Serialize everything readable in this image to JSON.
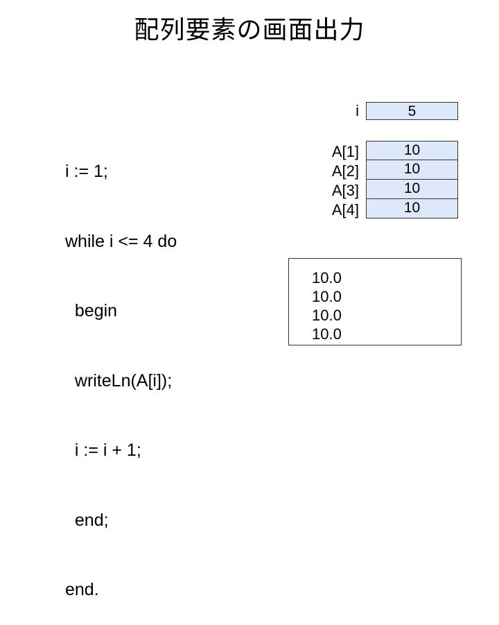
{
  "title": "配列要素の画面出力",
  "code_lines": [
    "i := 1;",
    "while i <= 4 do",
    "  begin",
    "  writeLn(A[i]);",
    "  i := i + 1;",
    "  end;",
    "end."
  ],
  "variable_i": {
    "label": "i",
    "value": "5"
  },
  "array": {
    "labels": [
      "A[1]",
      "A[2]",
      "A[3]",
      "A[4]"
    ],
    "values": [
      "10",
      "10",
      "10",
      "10"
    ]
  },
  "output_lines": [
    "10.0",
    "10.0",
    "10.0",
    "10.0"
  ],
  "colors": {
    "cell_fill": "#dde8fa",
    "border": "#333333",
    "text": "#000000",
    "background": "#ffffff"
  }
}
